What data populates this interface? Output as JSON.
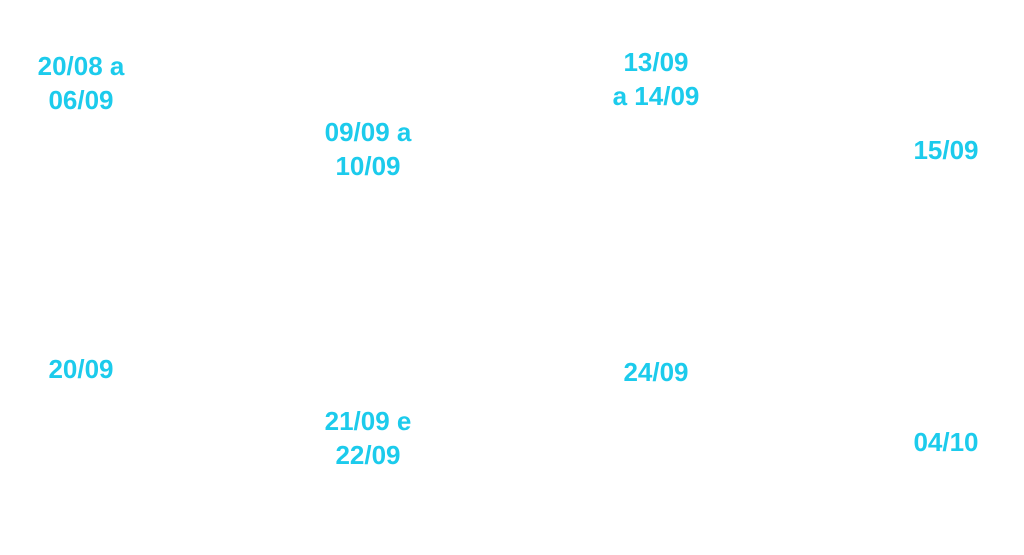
{
  "accent_color": "#1ccbec",
  "labels": [
    {
      "text": "20/08 a\n06/09"
    },
    {
      "text": "09/09 a\n10/09"
    },
    {
      "text": "13/09\na 14/09"
    },
    {
      "text": "15/09"
    },
    {
      "text": "20/09"
    },
    {
      "text": "21/09 e\n22/09"
    },
    {
      "text": "24/09"
    },
    {
      "text": "04/10"
    }
  ]
}
